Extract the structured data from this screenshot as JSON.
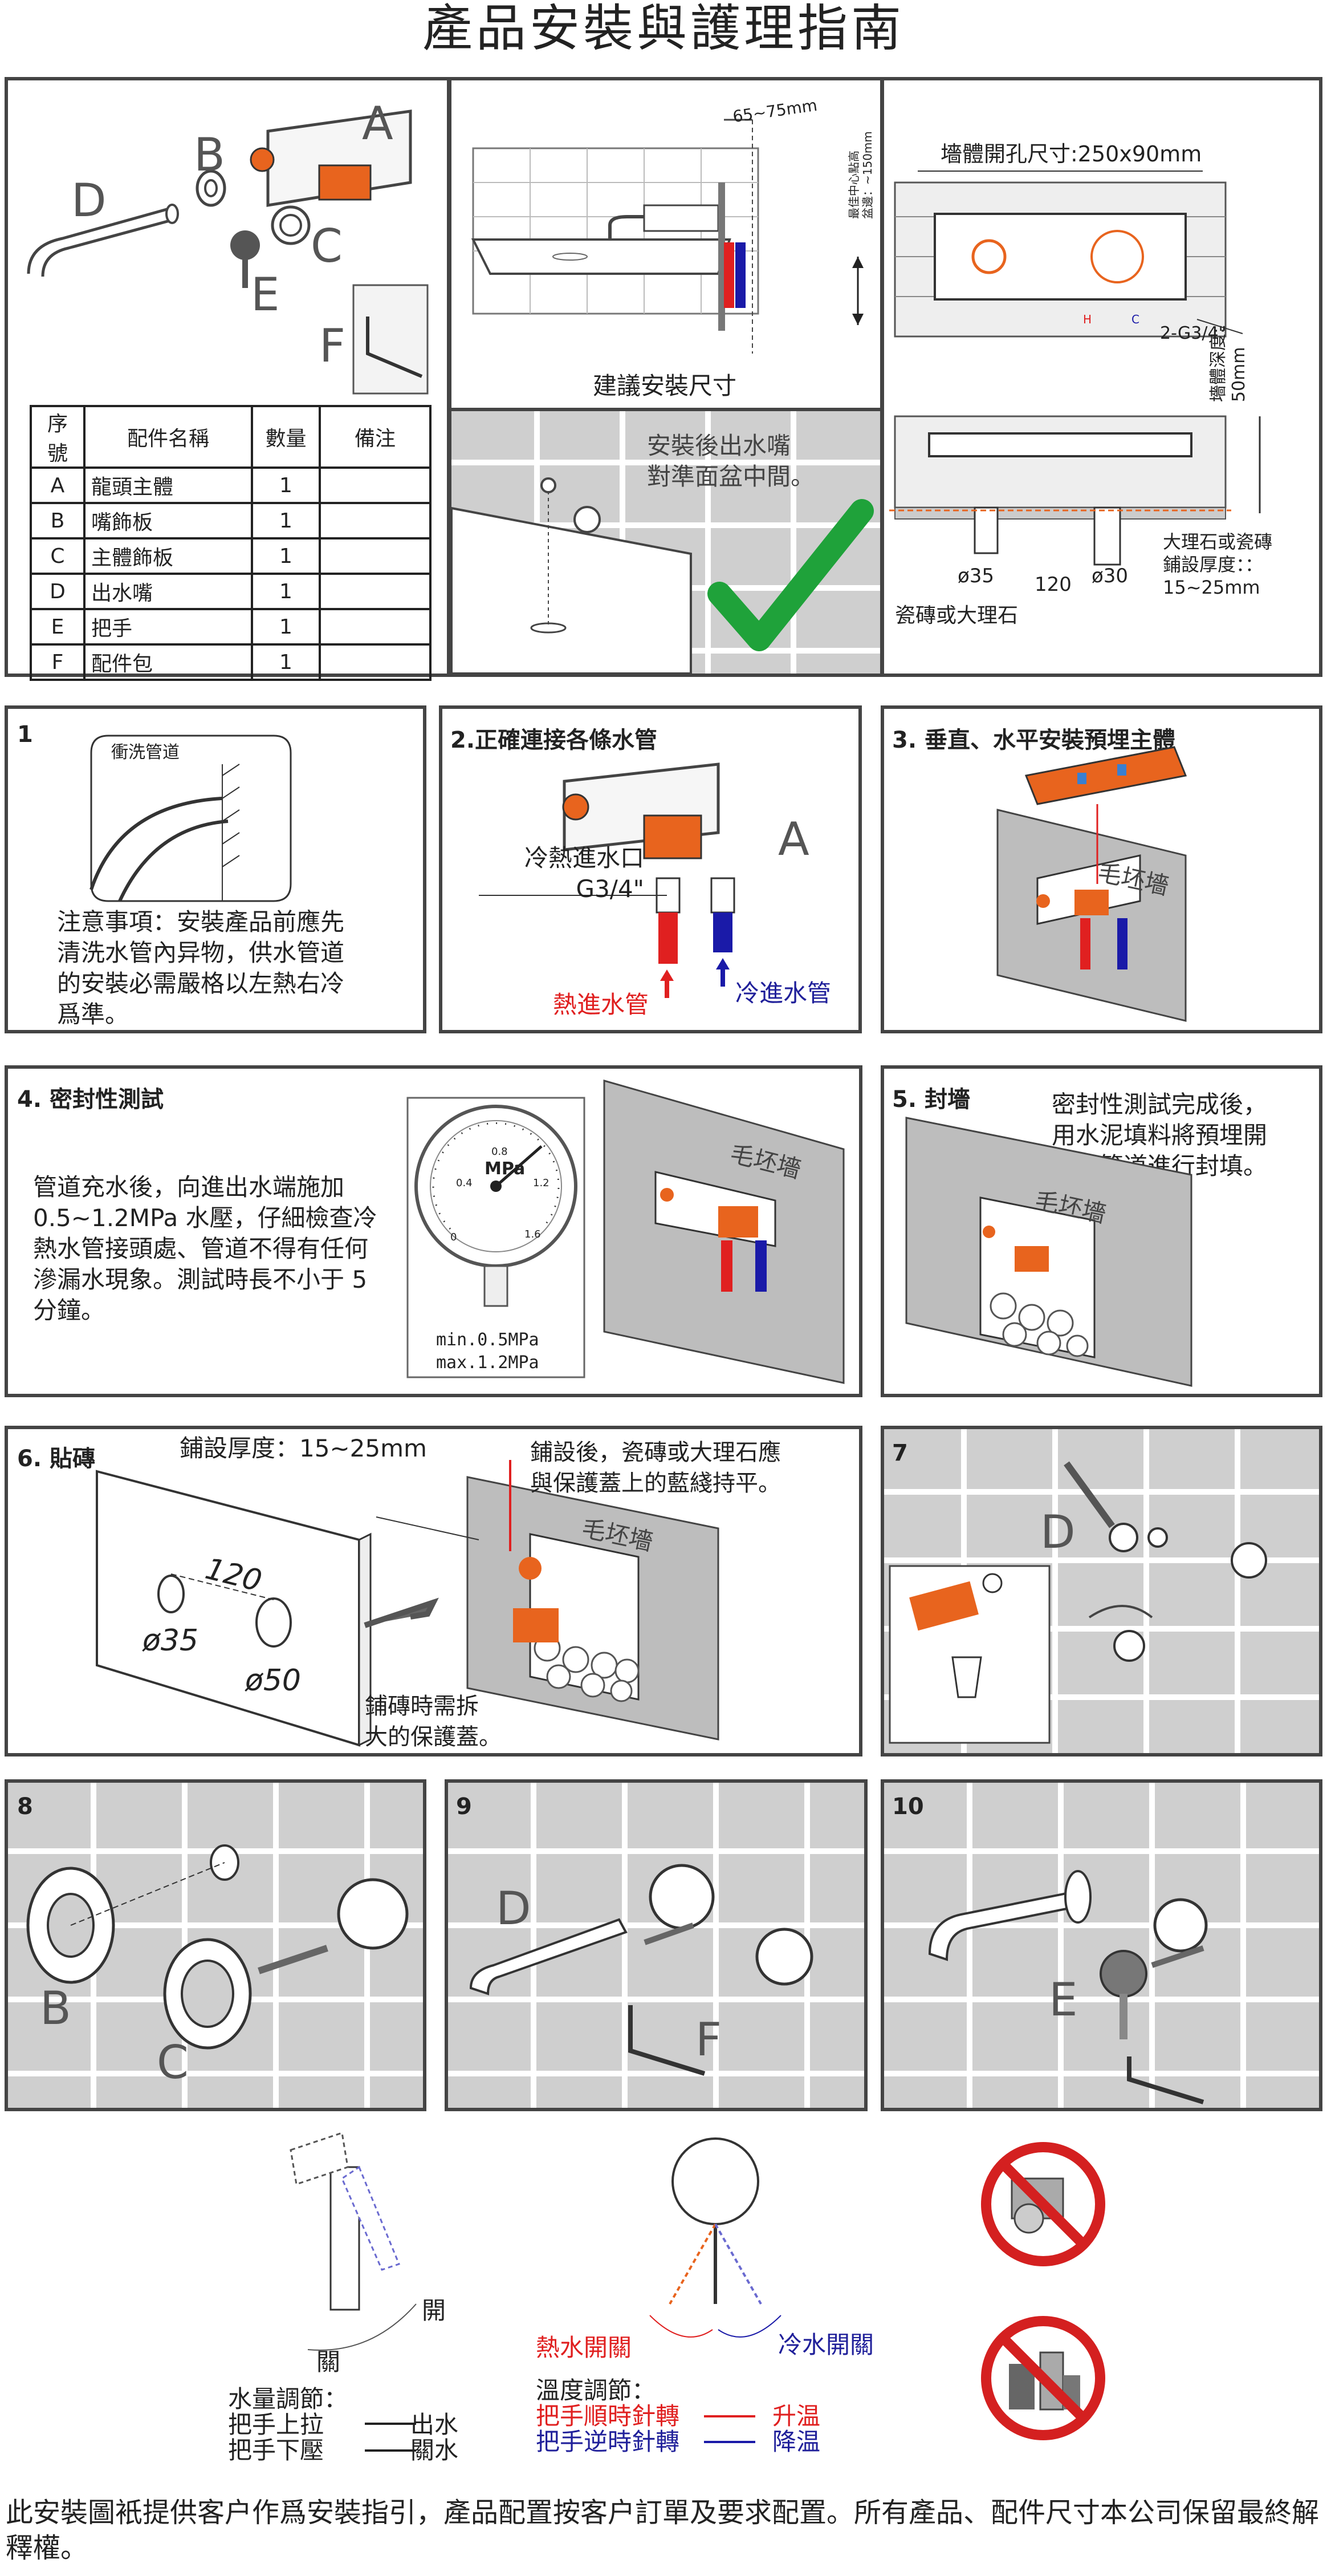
{
  "title": "產品安裝與護理指南",
  "top": {
    "letters": {
      "A": "A",
      "B": "B",
      "C": "C",
      "D": "D",
      "E": "E",
      "F": "F"
    },
    "table": {
      "headers": [
        "序號",
        "配件名稱",
        "數量",
        "備注"
      ],
      "rows": [
        {
          "no": "A",
          "name": "龍頭主體",
          "qty": "1",
          "note": ""
        },
        {
          "no": "B",
          "name": "嘴飾板",
          "qty": "1",
          "note": ""
        },
        {
          "no": "C",
          "name": "主體飾板",
          "qty": "1",
          "note": ""
        },
        {
          "no": "D",
          "name": "出水嘴",
          "qty": "1",
          "note": ""
        },
        {
          "no": "E",
          "name": "把手",
          "qty": "1",
          "note": ""
        },
        {
          "no": "F",
          "name": "配件包",
          "qty": "1",
          "note": ""
        }
      ]
    },
    "dim_6575": "65~75mm",
    "dim_vertical": "最佳中心點高\n盆邊：~150mm",
    "suggest_label": "建議安裝尺寸",
    "position_label": "安裝後出水嘴\n對準面盆中間。",
    "wall_hole": "墻體開孔尺寸:250x90mm",
    "h_label": "H",
    "c_label": "C",
    "g34": "2-G3/4\"",
    "wall_depth": "墻體深度:\n50mm",
    "tile_thickness": "大理石或瓷磚\n鋪設厚度：：\n15~25mm",
    "d35": "ø35",
    "d120": "120",
    "d30": "ø30",
    "tile_label": "瓷磚或大理石"
  },
  "step1": {
    "num": "1",
    "pipe_label": "衝洗管道",
    "note": "注意事項：安裝產品前應先\n清洗水管內异物，供水管道\n的安裝必需嚴格以左熱右冷\n爲準。"
  },
  "step2": {
    "title": "2.正確連接各條水管",
    "inlet": "冷熱進水口\nG3/4\"",
    "letter": "A",
    "hot": "熱進水管",
    "cold": "冷進水管"
  },
  "step3": {
    "title": "3. 垂直、水平安裝預埋主體",
    "wall": "毛坯墻"
  },
  "step4": {
    "title": "4. 密封性測試",
    "text": "管道充水後，向進出水端施加\n0.5~1.2MPa 水壓，仔細檢查冷\n熱水管接頭處、管道不得有任何\n滲漏水現象。測試時長不小于 5\n分鐘。",
    "gauge_unit": "MPa",
    "gauge_range": "min.0.5MPa\nmax.1.2MPa",
    "wall": "毛坯墻",
    "ticks": [
      "0",
      "0.4",
      "0.8",
      "1.2",
      "1.6"
    ]
  },
  "step5": {
    "title": "5. 封墻",
    "text": "密封性測試完成後，\n用水泥填料將預埋開\n口及管道進行封填。",
    "wall": "毛坯墻"
  },
  "step6": {
    "title": "6. 貼磚",
    "thickness": "鋪設厚度：15~25mm",
    "d120": "120",
    "d35": "ø35",
    "d50": "ø50",
    "after": "鋪設後，瓷磚或大理石應\n與保護蓋上的藍綫持平。",
    "wall": "毛坯墻",
    "remove": "鋪磚時需拆\n大的保護蓋。"
  },
  "step7": {
    "num": "7",
    "letter": "D"
  },
  "step8": {
    "num": "8",
    "b": "B",
    "c": "C"
  },
  "step9": {
    "num": "9",
    "d": "D",
    "f": "F"
  },
  "step10": {
    "num": "10",
    "e": "E"
  },
  "bottom": {
    "open": "開",
    "close": "關",
    "flow_title": "水量調節：",
    "pull_up": "把手上拉",
    "out": "出水",
    "push_down": "把手下壓",
    "off": "關水",
    "hot_switch": "熱水開關",
    "cold_switch": "冷水開關",
    "temp_title": "溫度調節：",
    "cw": "把手順時針轉",
    "warm": "升温",
    "ccw": "把手逆時針轉",
    "cool": "降温"
  },
  "footer": "此安裝圖衹提供客户作爲安裝指引，產品配置按客户訂單及要求配置。所有產品、配件尺寸本公司保留最終解釋權。",
  "colors": {
    "hot": "#e02020",
    "cold": "#1a1aa8",
    "orange": "#e8641e",
    "green": "#1fa23a",
    "wall": "#bdbdbd",
    "prohibit": "#d42020"
  }
}
